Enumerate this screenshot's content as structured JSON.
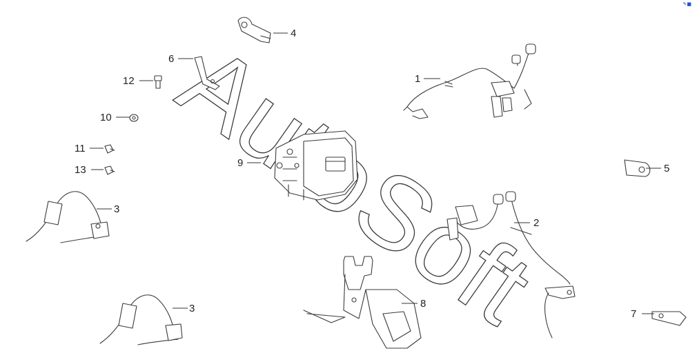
{
  "watermark": "AutoSoft",
  "callouts": {
    "p1": "1",
    "p2": "2",
    "p3a": "3",
    "p3b": "3",
    "p4": "4",
    "p5": "5",
    "p6": "6",
    "p7": "7",
    "p8": "8",
    "p9": "9",
    "p10": "10",
    "p11": "11",
    "p12": "12",
    "p13": "13"
  }
}
